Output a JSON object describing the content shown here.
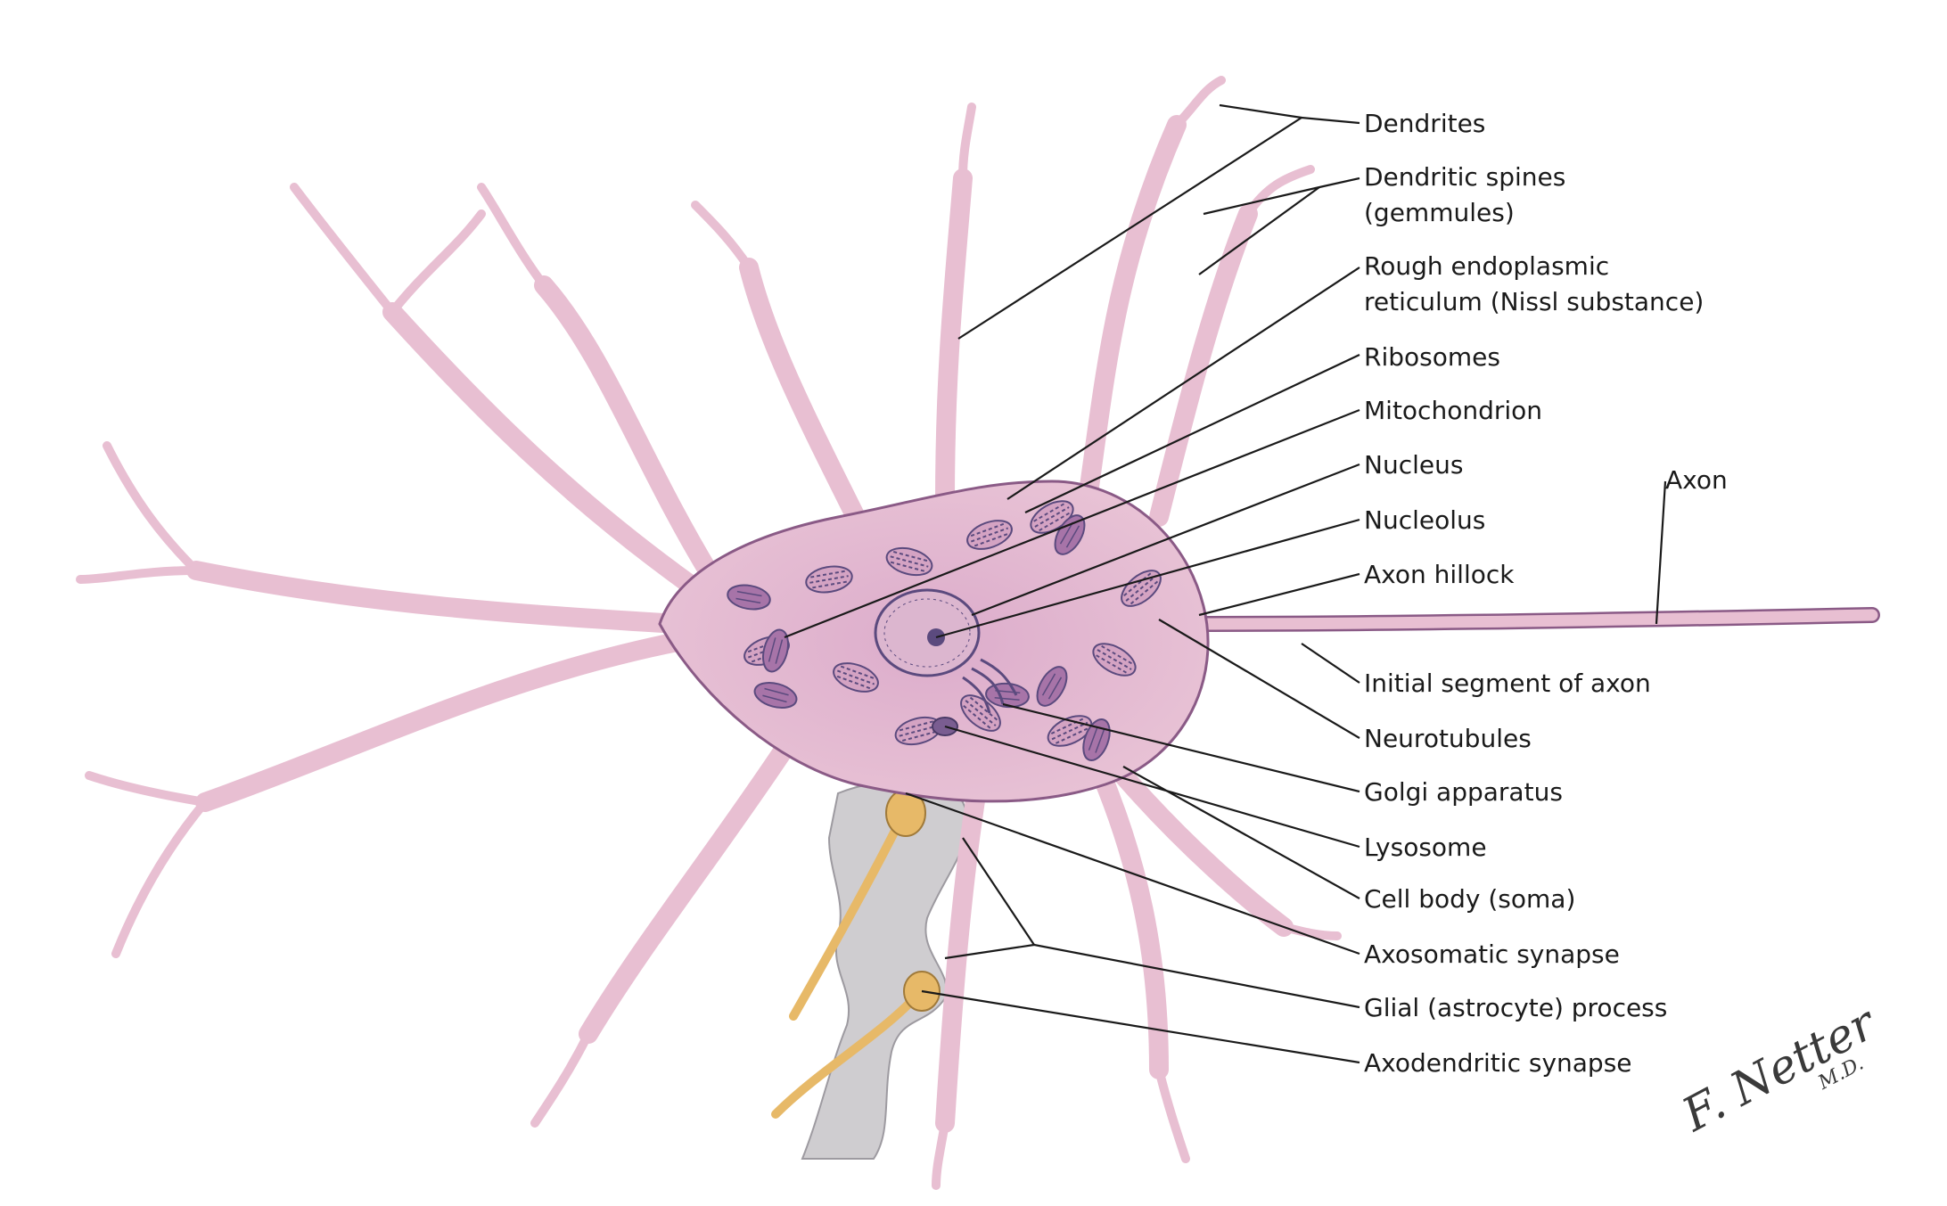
{
  "labels": {
    "dendrites": "Dendrites",
    "dendritic_spines_1": "Dendritic spines",
    "dendritic_spines_2": "(gemmules)",
    "rough_er_1": "Rough endoplasmic",
    "rough_er_2": "reticulum (Nissl substance)",
    "ribosomes": "Ribosomes",
    "mitochondrion": "Mitochondrion",
    "nucleus": "Nucleus",
    "nucleolus": "Nucleolus",
    "axon_hillock": "Axon hillock",
    "axon": "Axon",
    "initial_segment": "Initial segment of axon",
    "neurotubules": "Neurotubules",
    "golgi": "Golgi apparatus",
    "lysosome": "Lysosome",
    "cell_body": "Cell body (soma)",
    "axosomatic": "Axosomatic synapse",
    "glial": "Glial (astrocyte) process",
    "axodendritic": "Axodendritic synapse"
  },
  "signature": {
    "name": "F. Netter",
    "suffix": "M.D."
  },
  "colors": {
    "neuron_fill": "#e8bfd2",
    "neuron_edge": "#8a5a86",
    "organelle": "#5b4a7e",
    "glia": "#cfcdd0",
    "axon_terminal": "#e7b968"
  }
}
